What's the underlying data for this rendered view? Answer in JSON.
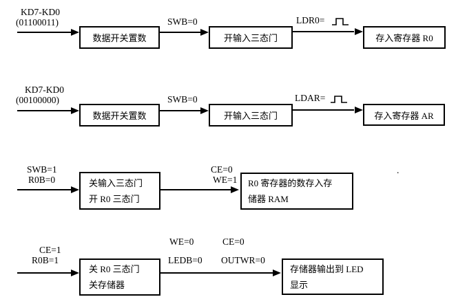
{
  "colors": {
    "ink": "#000000",
    "background": "#ffffff"
  },
  "rows": [
    {
      "input_line1": "KD7-KD0",
      "input_line2": "(01100011)",
      "box1": "数据开关置数",
      "arrow1_label": "SWB=0",
      "box2": "开输入三态门",
      "arrow2_label": "LDR0=",
      "arrow2_icon": "pulse-waveform",
      "box3": "存入寄存器 R0"
    },
    {
      "input_line1": "KD7-KD0",
      "input_line2": "(00100000)",
      "box1": "数据开关置数",
      "arrow1_label": "SWB=0",
      "box2": "开输入三态门",
      "arrow2_label": "LDAR=",
      "arrow2_icon": "pulse-waveform",
      "box3": "存入寄存器 AR"
    },
    {
      "input_line1": "SWB=1",
      "input_line2": "R0B=0",
      "box1_line1": "关输入三态门",
      "box1_line2": "开 R0 三态门",
      "arrow_label_line1": "CE=0",
      "arrow_label_line2": "WE=1",
      "box2_line1": "R0 寄存器的数存入存",
      "box2_line2": "储器 RAM",
      "stray_mark": "."
    },
    {
      "input_line1": "CE=1",
      "input_line2": "R0B=1",
      "box1_line1": "关 R0 三态门",
      "box1_line2": "关存储器",
      "label_top_1": "WE=0",
      "label_top_2": "CE=0",
      "label_bottom_1": "LEDB=0",
      "label_bottom_2": "OUTWR=0",
      "box2_line1": "存储器输出到 LED",
      "box2_line2": "显示"
    }
  ]
}
